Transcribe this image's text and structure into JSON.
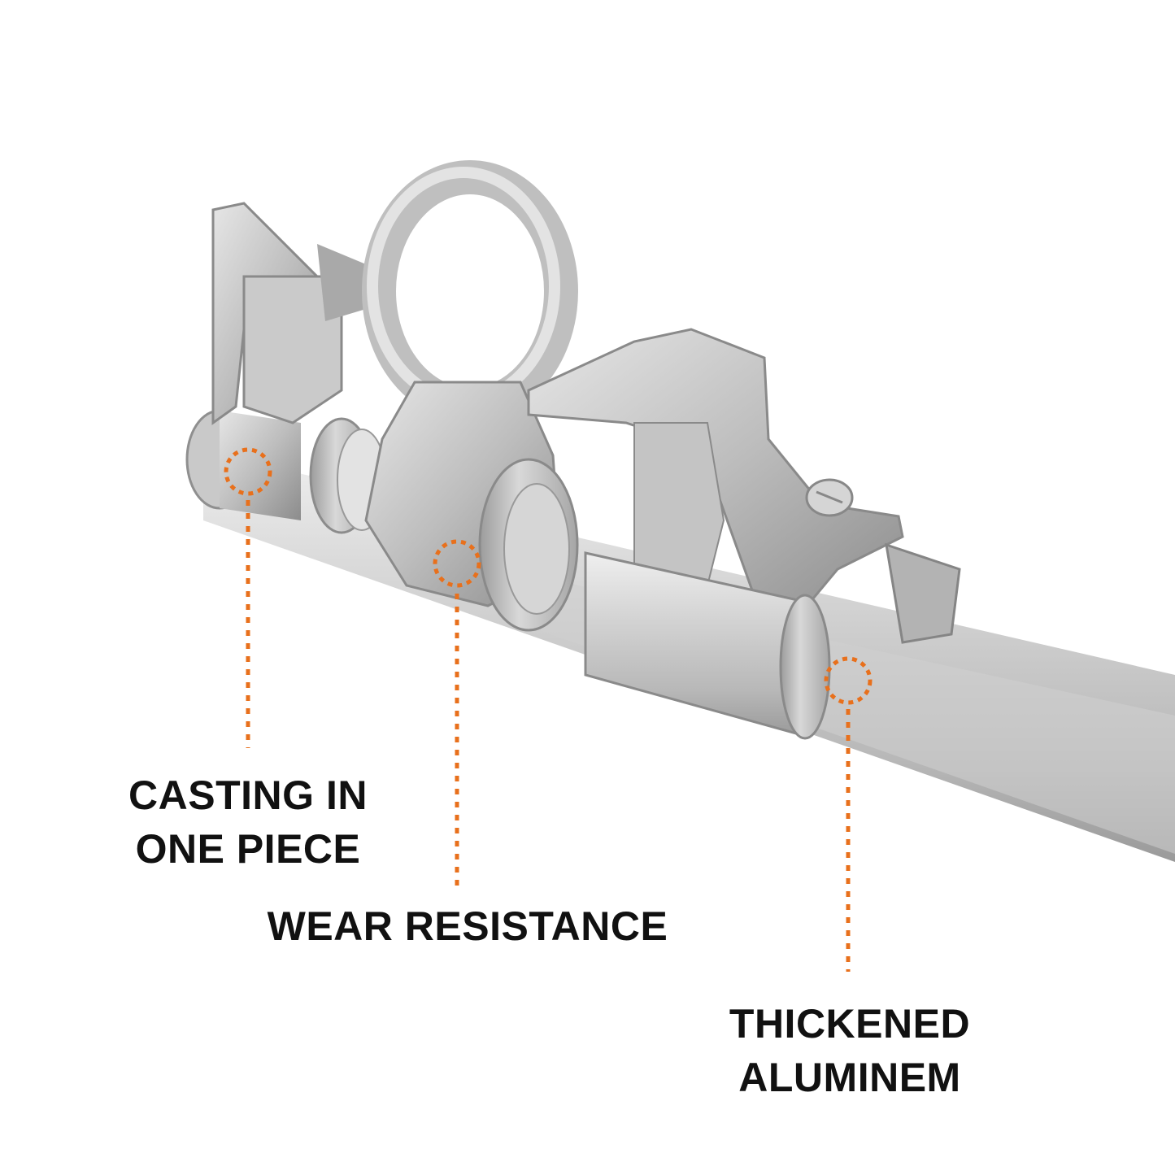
{
  "callouts": [
    {
      "id": "casting",
      "lines": [
        "CASTING IN",
        "ONE PIECE"
      ]
    },
    {
      "id": "wear",
      "lines": [
        "WEAR RESISTANCE"
      ]
    },
    {
      "id": "thickened",
      "lines": [
        "THICKENED",
        "ALUMINEM"
      ]
    }
  ],
  "colors": {
    "background": "#ffffff",
    "accent": "#e8701c",
    "text": "#111111",
    "metal_light": "#d9d9d9",
    "metal_mid": "#b4b4b4",
    "metal_dark": "#7e7e7e"
  }
}
